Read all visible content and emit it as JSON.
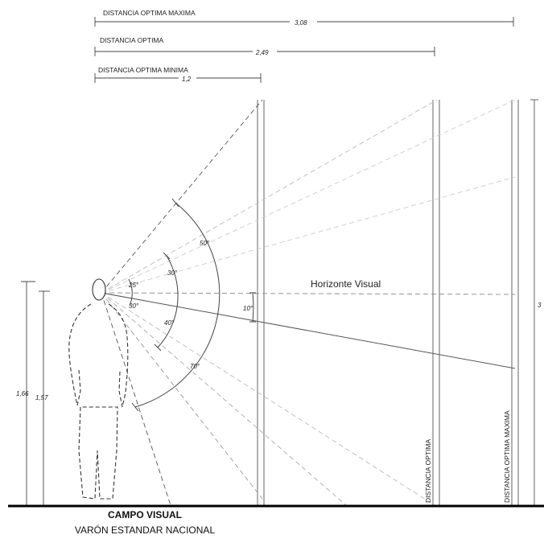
{
  "dimensions": {
    "max": {
      "label": "DISTANCIA OPTIMA MAXIMA",
      "value": "3,08"
    },
    "opt": {
      "label": "DISTANCIA OPTIMA",
      "value": "2,49"
    },
    "min": {
      "label": "DISTANCIA OPTIMA MINIMA",
      "value": "1,2"
    }
  },
  "angles": {
    "a50": "50°",
    "a30_upper": "30°",
    "a25": "25°",
    "a30_lower": "30°",
    "a40": "40°",
    "a70": "70°",
    "a10": "10°"
  },
  "horizon_label": "Horizonte Visual",
  "heights": {
    "h1": "1,66",
    "h2": "1,57",
    "right_edge": "3"
  },
  "vertical_labels": {
    "optima": "DISTANCIA OPTIMA",
    "maxima": "DISTANCIA OPTIMA MAXIMA"
  },
  "caption": {
    "title": "CAMPO VISUAL",
    "subtitle": "VARÓN ESTANDAR NACIONAL"
  }
}
